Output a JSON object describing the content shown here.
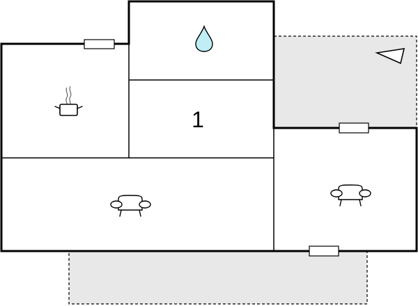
{
  "plan": {
    "rooms": [
      {
        "id": "kitchen",
        "icon": "cooking-pot-icon"
      },
      {
        "id": "bathroom",
        "icon": "water-drop-icon"
      },
      {
        "id": "bedroom",
        "label": "1"
      },
      {
        "id": "living-room",
        "icon": "sofa-icon"
      },
      {
        "id": "side-room",
        "icon": "sofa-icon"
      }
    ],
    "terraces": [
      "terrace-top-right",
      "terrace-bottom"
    ],
    "compass": {
      "icon": "north-arrow-icon"
    },
    "colors": {
      "wall": "#000000",
      "terrace_fill": "#e8e8e8",
      "water_drop": "#bfeef5",
      "background": "#ffffff"
    }
  }
}
